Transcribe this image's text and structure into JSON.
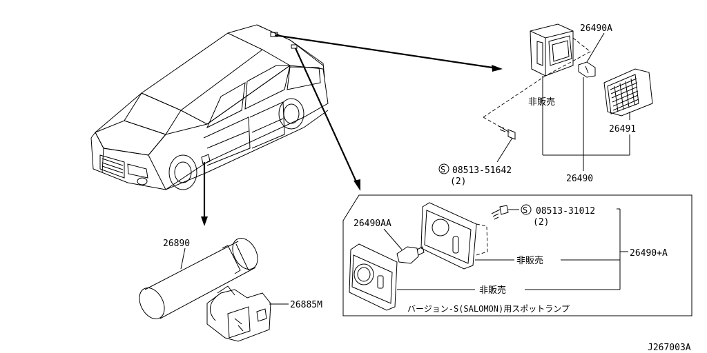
{
  "diagram": {
    "part_labels": {
      "lamp_assy_bulb": "26490A",
      "lens": "26491",
      "lamp_assy": "26490",
      "screw_ref_top": "08513-51642",
      "screw_qty_top": "(2)",
      "not_sold_top": "非販売",
      "bulb_spot": "26490AA",
      "screw_ref_bottom": "08513-31012",
      "screw_qty_bottom": "(2)",
      "spot_lamp_assy": "26490+A",
      "not_sold_mid": "非販売",
      "not_sold_low": "非販売",
      "flashlight": "26890",
      "bracket": "26885M",
      "circled_s_symbol": "S"
    },
    "spot_lamp_caption": "バージョン-S(SALOMON)用スポットランプ",
    "diagram_code": "J267003A",
    "colors": {
      "line": "#000000",
      "background": "#ffffff"
    }
  }
}
